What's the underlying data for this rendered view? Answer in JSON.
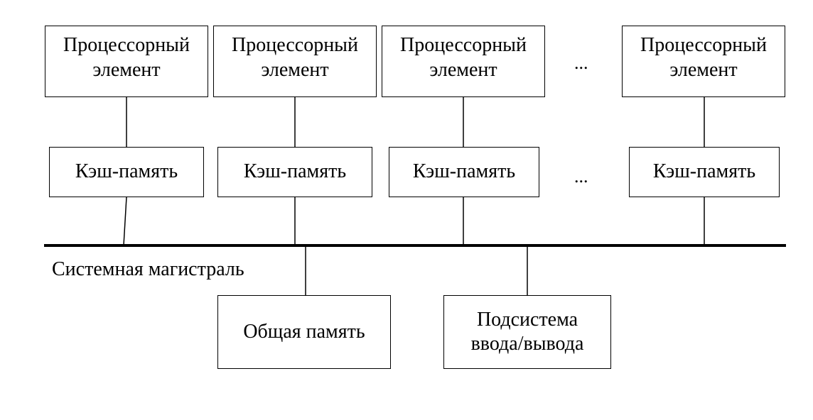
{
  "processors": [
    {
      "line1": "Процессорный",
      "line2": "элемент"
    },
    {
      "line1": "Процессорный",
      "line2": "элемент"
    },
    {
      "line1": "Процессорный",
      "line2": "элемент"
    },
    {
      "line1": "Процессорный",
      "line2": "элемент"
    }
  ],
  "caches": [
    {
      "label": "Кэш-память"
    },
    {
      "label": "Кэш-память"
    },
    {
      "label": "Кэш-память"
    },
    {
      "label": "Кэш-память"
    }
  ],
  "ellipsis": {
    "top": "...",
    "middle": "..."
  },
  "bus": {
    "label": "Системная магистраль"
  },
  "shared_memory": {
    "label": "Общая память"
  },
  "io_subsystem": {
    "line1": "Подсистема",
    "line2": "ввода/вывода"
  }
}
